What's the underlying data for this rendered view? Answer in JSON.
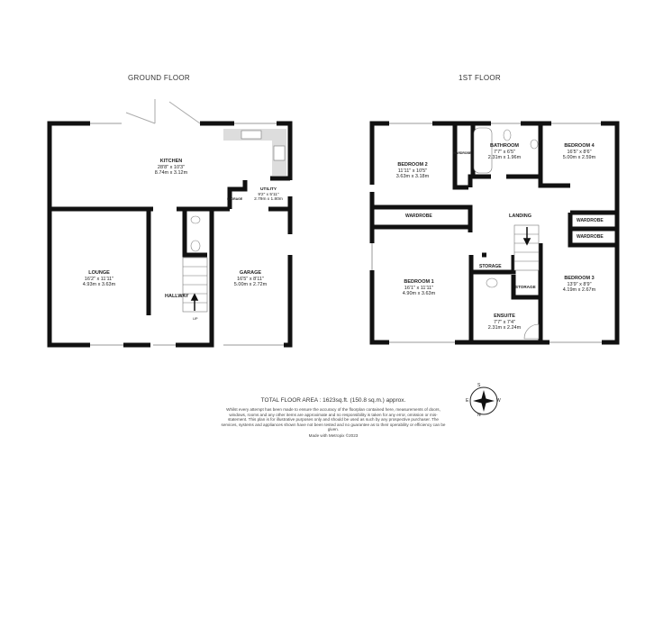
{
  "ground_floor": {
    "title": "GROUND FLOOR",
    "rooms": [
      {
        "name": "KITCHEN",
        "imperial": "28'8\" x 10'3\"",
        "metric": "8.74m x 3.12m"
      },
      {
        "name": "UTILITY",
        "imperial": "9'2\" x 5'11\"",
        "metric": "2.79m x 1.80m"
      },
      {
        "name": "LOUNGE",
        "imperial": "16'2\" x 11'11\"",
        "metric": "4.93m x 3.63m"
      },
      {
        "name": "GARAGE",
        "imperial": "16'5\" x 8'11\"",
        "metric": "5.00m x 2.72m"
      },
      {
        "name": "HALLWAY"
      }
    ],
    "storage_label": "STORAGE",
    "stairs_label": "UP"
  },
  "first_floor": {
    "title": "1ST FLOOR",
    "rooms": [
      {
        "name": "BEDROOM 2",
        "imperial": "11'11\" x 10'5\"",
        "metric": "3.63m x 3.18m"
      },
      {
        "name": "BATHROOM",
        "imperial": "7'7\" x 6'5\"",
        "metric": "2.31m x 1.96m"
      },
      {
        "name": "BEDROOM 4",
        "imperial": "16'5\" x 8'6\"",
        "metric": "5.00m x 2.59m"
      },
      {
        "name": "BEDROOM 1",
        "imperial": "16'1\" x 11'11\"",
        "metric": "4.90m x 3.63m"
      },
      {
        "name": "BEDROOM 3",
        "imperial": "13'9\" x 8'9\"",
        "metric": "4.19m x 2.67m"
      },
      {
        "name": "ENSUITE",
        "imperial": "7'7\" x 7'4\"",
        "metric": "2.31m x 2.24m"
      },
      {
        "name": "LANDING"
      }
    ],
    "wardrobe_label": "WARDROBE",
    "storage_label": "STORAGE",
    "bath_wardrobe_label": "WARDROBE"
  },
  "footer": {
    "total_area": "TOTAL FLOOR AREA : 1623sq.ft. (150.8 sq.m.) approx.",
    "disclaimer": "Whilst every attempt has been made to ensure the accuracy of the floorplan contained here, measurements of doors, windows, rooms and any other items are approximate and no responsibility is taken for any error, omission or mis-statement. This plan is for illustrative purposes only and should be used as such by any prospective purchaser. The services, systems and appliances shown have not been tested and no guarantee as to their operability or efficiency can be given.",
    "credit": "Made with Metropix ©2023"
  },
  "compass": {
    "n": "N",
    "s": "S",
    "e": "E",
    "w": "W",
    "icon": "compass-rose-icon"
  },
  "colors": {
    "wall": "#111111",
    "fixture": "#d8d8d8"
  }
}
